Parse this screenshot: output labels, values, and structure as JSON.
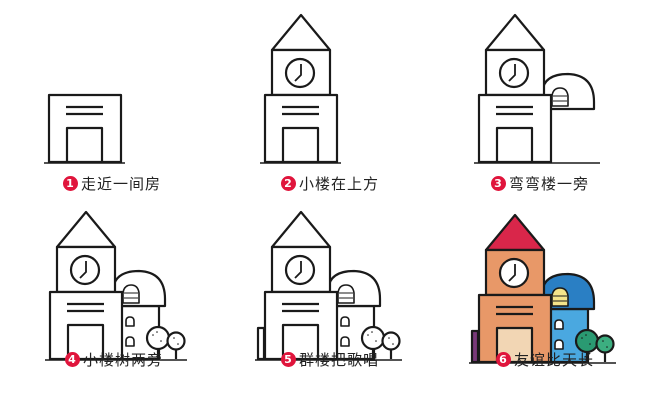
{
  "steps": [
    {
      "number": "1",
      "caption": "走近一间房"
    },
    {
      "number": "2",
      "caption": "小楼在上方"
    },
    {
      "number": "3",
      "caption": "弯弯楼一旁"
    },
    {
      "number": "4",
      "caption": "小楼树两旁"
    },
    {
      "number": "5",
      "caption": "群楼把歌唱"
    },
    {
      "number": "6",
      "caption": "友谊比天长"
    }
  ],
  "colors": {
    "badge": "#e0153c",
    "outline": "#1a1a1a",
    "roof": "#d9264a",
    "tower": "#e89868",
    "door": "#f2d6b4",
    "dome": "#2a7fc4",
    "side_block": "#4aa8e0",
    "window": "#f4e48a",
    "tree_dark": "#2a9a72",
    "tree_light": "#3cae80",
    "post": "#7a3a7a"
  },
  "icons": [
    "house-drawing",
    "clock-tower-drawing",
    "dome-building-drawing",
    "tree-drawing",
    "post-drawing"
  ]
}
